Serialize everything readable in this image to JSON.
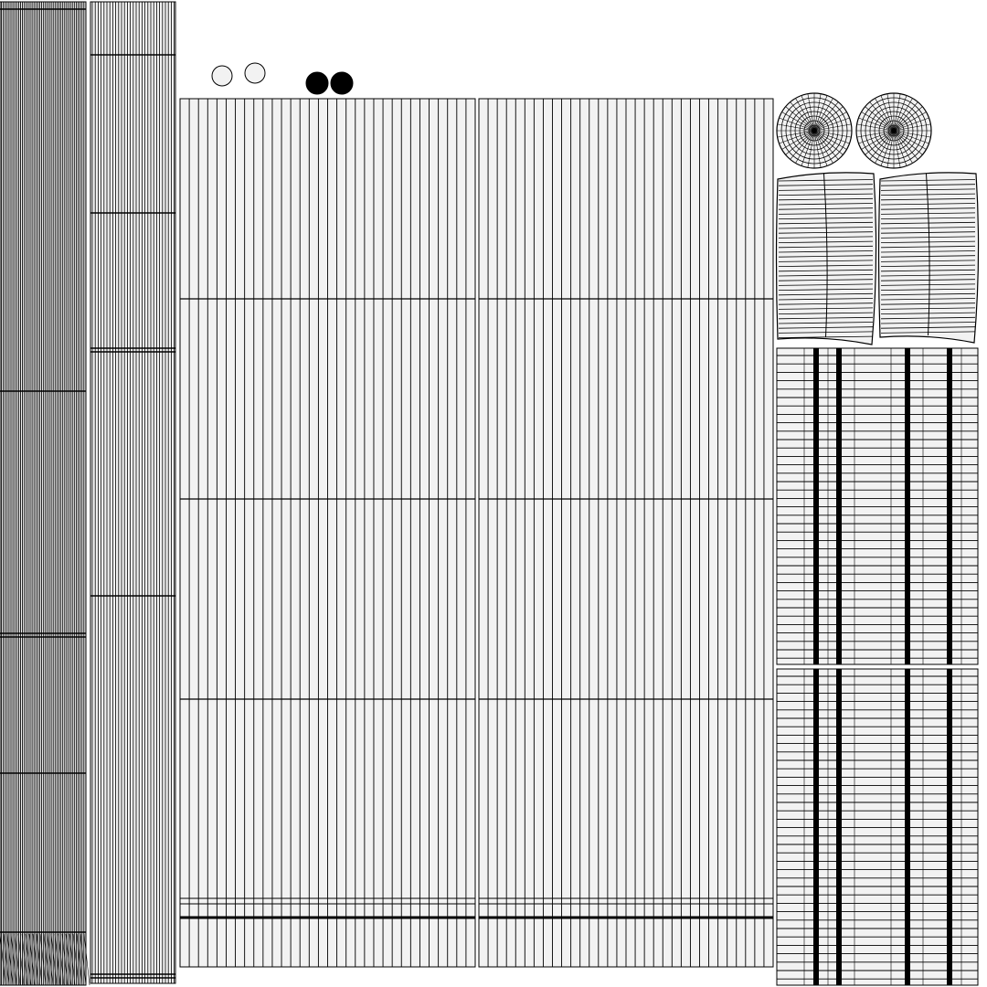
{
  "colors": {
    "background": "#ffffff",
    "island_fill": "#f2f2f2",
    "wire": "#000000"
  },
  "islands": [
    {
      "name": "uv-island-strip-a",
      "kind": "vertical-strip"
    },
    {
      "name": "uv-island-strip-b",
      "kind": "vertical-strip"
    },
    {
      "name": "uv-island-small-circle-1",
      "kind": "small-disc"
    },
    {
      "name": "uv-island-small-circle-2",
      "kind": "small-disc"
    },
    {
      "name": "uv-island-filled-disc-1",
      "kind": "dense-disc"
    },
    {
      "name": "uv-island-filled-disc-2",
      "kind": "dense-disc"
    },
    {
      "name": "uv-island-large-panel-left",
      "kind": "grid-panel"
    },
    {
      "name": "uv-island-large-panel-right",
      "kind": "grid-panel"
    },
    {
      "name": "uv-island-radial-disc-1",
      "kind": "radial-disc"
    },
    {
      "name": "uv-island-radial-disc-2",
      "kind": "radial-disc"
    },
    {
      "name": "uv-island-curved-patch-1",
      "kind": "curved-patch"
    },
    {
      "name": "uv-island-curved-patch-2",
      "kind": "curved-patch"
    },
    {
      "name": "uv-island-slat-panel-top",
      "kind": "slat-panel"
    },
    {
      "name": "uv-island-slat-panel-bottom",
      "kind": "slat-panel"
    }
  ]
}
